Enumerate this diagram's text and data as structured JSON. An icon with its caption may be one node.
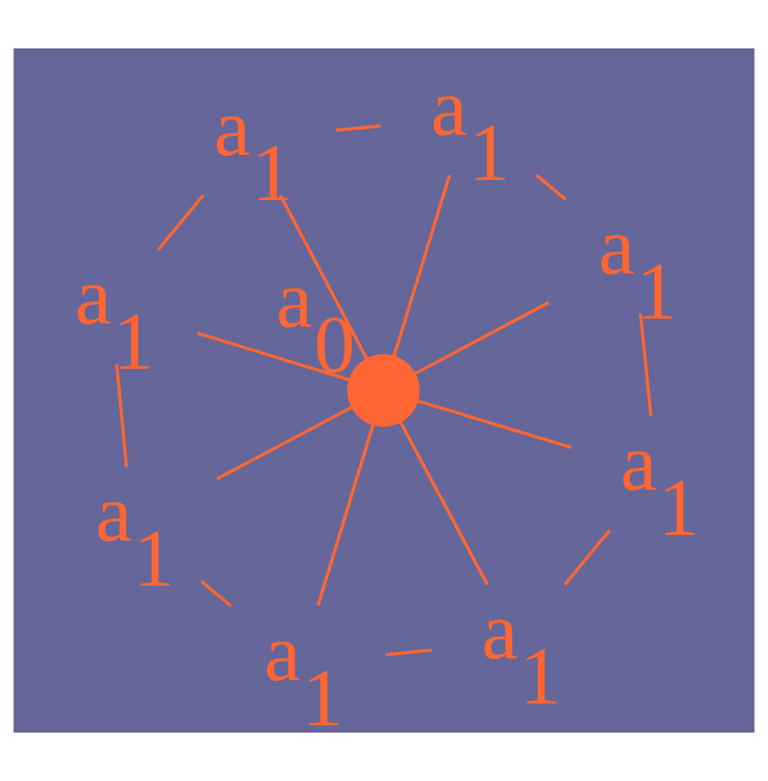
{
  "diagram": {
    "nodes": [
      {
        "text": [
          "a$_{1}$"
        ]
      },
      {
        "text": [
          "a$_{1}$"
        ]
      },
      {
        "text": [
          "a$_{1}$"
        ]
      },
      {
        "text": [
          "a$_{1}$"
        ]
      },
      {
        "text": [],
        "shape": "circle",
        "beside": [
          "a$_{0}$"
        ]
      },
      {
        "text": [
          "a$_{1}$"
        ]
      },
      {
        "text": [
          "a$_{1}$"
        ]
      },
      {
        "text": [
          "a$_{1}$"
        ]
      },
      {
        "text": [
          "a$_{1}$"
        ]
      }
    ],
    "edges": [
      {
        "from": 4,
        "to": 0,
        "arrow": "none"
      },
      {
        "from": 4,
        "to": 1,
        "arrow": "none"
      },
      {
        "from": 4,
        "to": 2,
        "arrow": "none"
      },
      {
        "from": 4,
        "to": 3,
        "arrow": "none"
      },
      {
        "from": 4,
        "to": 5,
        "arrow": "none"
      },
      {
        "from": 4,
        "to": 6,
        "arrow": "none"
      },
      {
        "from": 4,
        "to": 7,
        "arrow": "none"
      },
      {
        "from": 4,
        "to": 8,
        "arrow": "none"
      },
      {
        "from": 0,
        "to": 2,
        "arrow": "none"
      },
      {
        "from": 2,
        "to": 5,
        "arrow": "none"
      },
      {
        "from": 5,
        "to": 7,
        "arrow": "none"
      },
      {
        "from": 7,
        "to": 8,
        "arrow": "none"
      },
      {
        "from": 8,
        "to": 6,
        "arrow": "none"
      },
      {
        "from": 6,
        "to": 3,
        "arrow": "none"
      },
      {
        "from": 3,
        "to": 1,
        "arrow": "none"
      },
      {
        "from": 1,
        "to": 0,
        "arrow": "none"
      }
    ]
  }
}
